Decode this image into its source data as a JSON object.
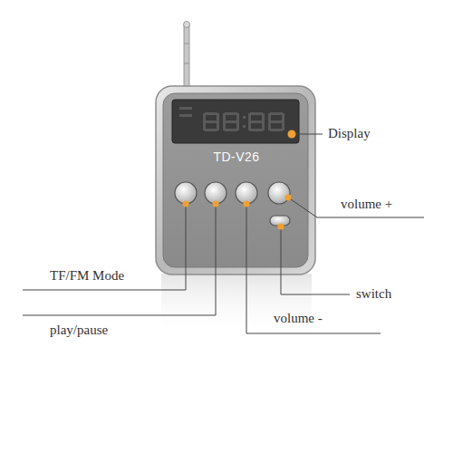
{
  "diagram": {
    "labels": [
      "TD-V26",
      "Display",
      "volume +",
      "TF/FM Mode",
      "switch",
      "play/pause",
      "volume -"
    ]
  }
}
